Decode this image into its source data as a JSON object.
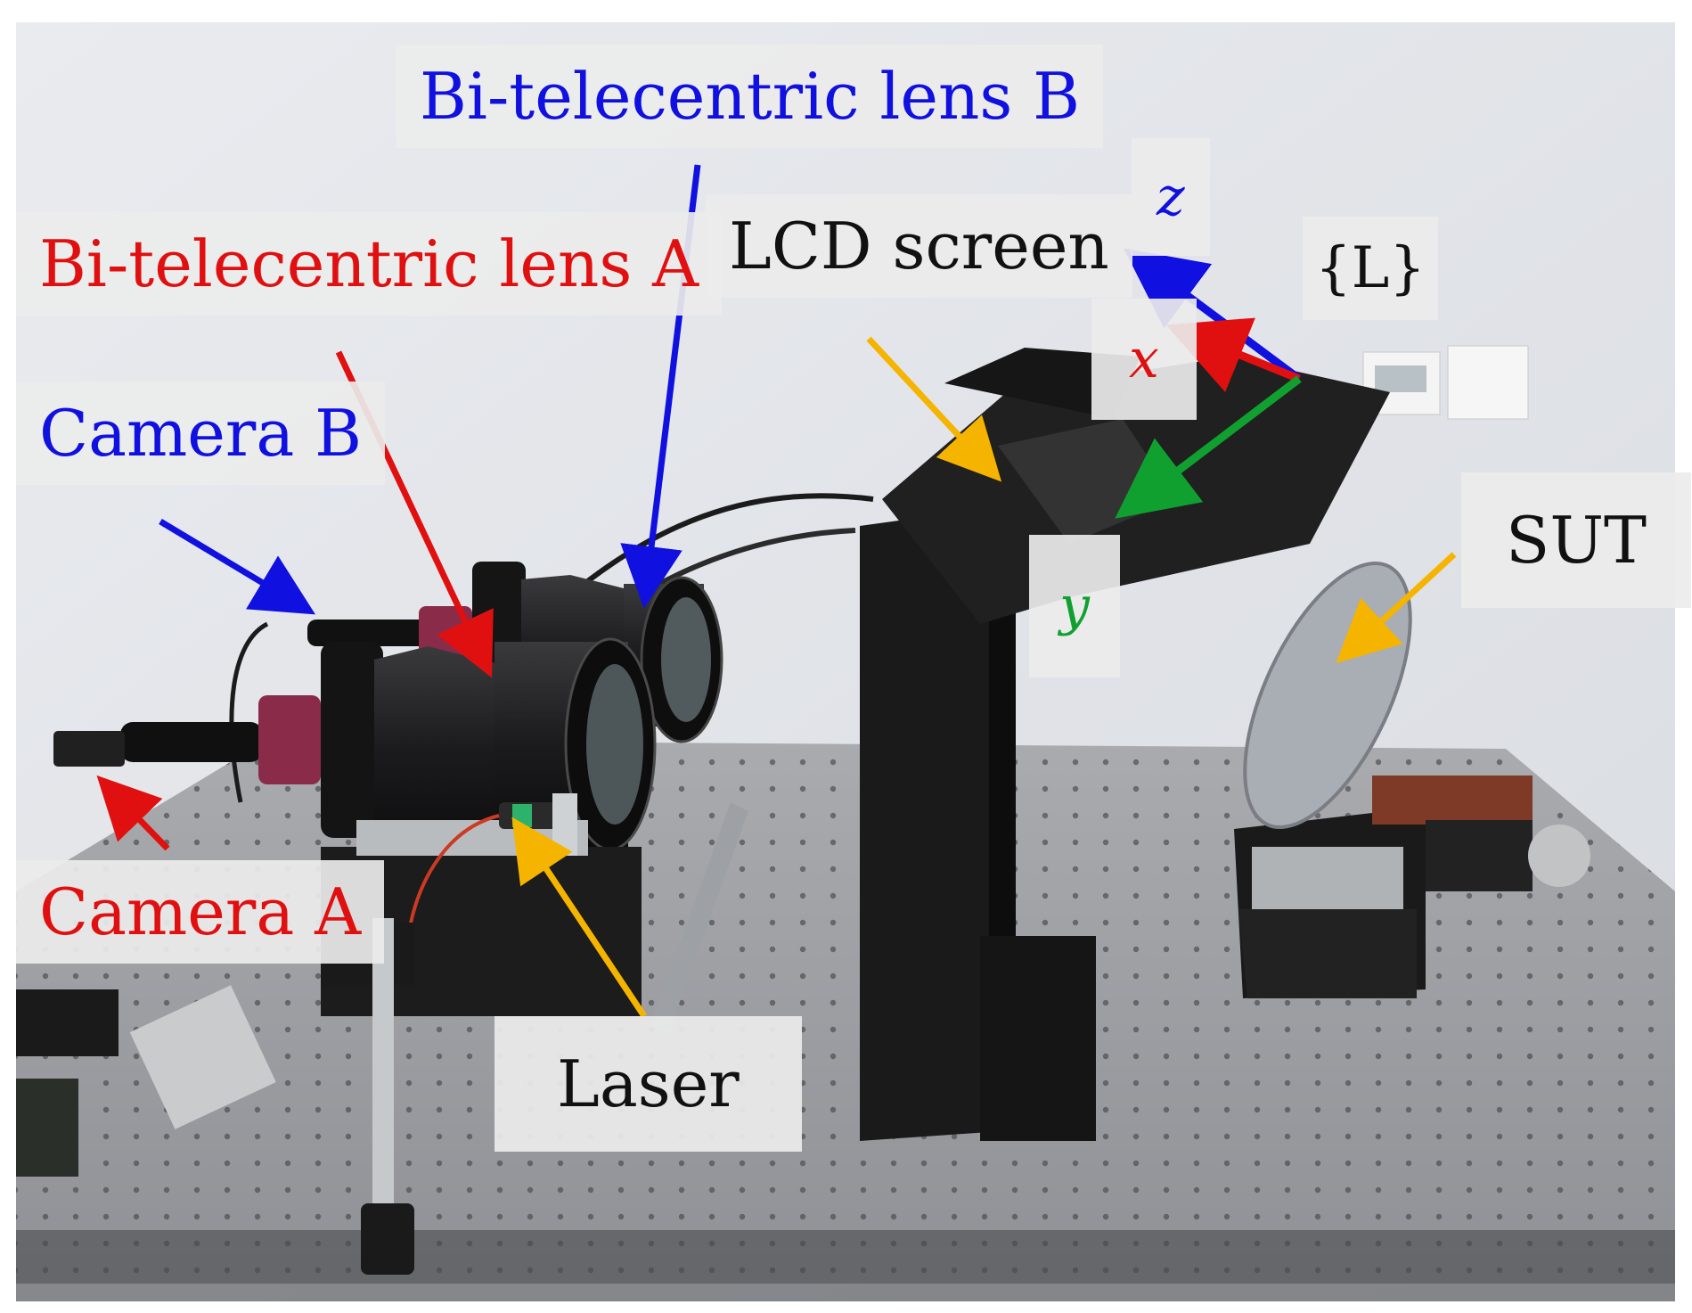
{
  "labels": {
    "lens_b": "Bi-telecentric lens B",
    "lens_a": "Bi-telecentric lens A",
    "lcd": "LCD screen",
    "camera_b": "Camera B",
    "camera_a": "Camera A",
    "laser": "Laser",
    "sut": "SUT",
    "frame": "{L}"
  },
  "axes": {
    "z": "z",
    "x": "x",
    "y": "y"
  },
  "colors": {
    "blue": "#1010e0",
    "red": "#e01010",
    "green": "#10a030",
    "orange": "#f5b400",
    "black": "#111111"
  }
}
